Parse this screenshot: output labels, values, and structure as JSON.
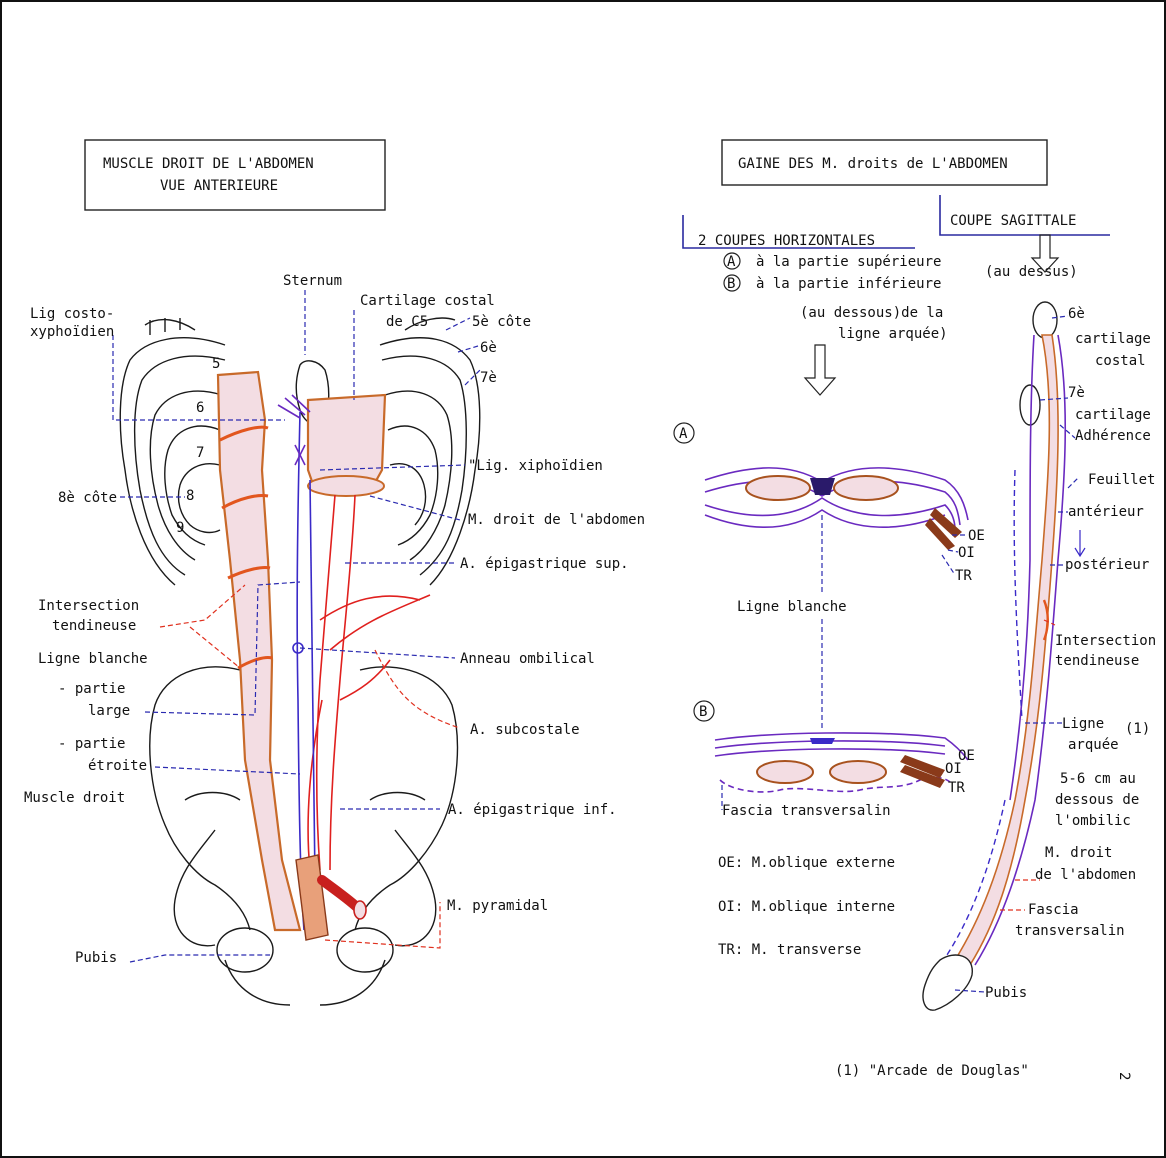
{
  "left_panel": {
    "title_line1": "MUSCLE DROIT DE L'ABDOMEN",
    "title_line2": "VUE ANTERIEURE",
    "labels": {
      "sternum": "Sternum",
      "cartilage_line1": "Cartilage costal",
      "cartilage_line2": "de C5",
      "rib5": "5è côte",
      "rib6": "6è",
      "rib7": "7è",
      "lig_costo_line1": "Lig  costo-",
      "lig_costo_line2": "xyphoïdien",
      "lig_xiph": "\"Lig. xiphoïdien",
      "rib8": "8è côte",
      "m_droit": "M. droit de l'abdomen",
      "a_epi_sup": "A. épigastrique sup.",
      "intersection_line1": "Intersection",
      "intersection_line2": "tendineuse",
      "ligne_blanche": "Ligne blanche",
      "partie1": "- partie",
      "large": "large",
      "partie2": "- partie",
      "etroite": "étroite",
      "muscle_droit": "Muscle droit",
      "anneau": "Anneau ombilical",
      "a_subcostale": "A. subcostale",
      "a_epi_inf": "A. épigastrique inf.",
      "m_pyramidal": "M. pyramidal",
      "pubis": "Pubis",
      "rib_num_5": "5",
      "rib_num_6": "6",
      "rib_num_7": "7",
      "rib_num_8": "8",
      "rib_num_9": "9"
    }
  },
  "right_panel": {
    "title": "GAINE DES M. droits de L'ABDOMEN",
    "coupes_horiz": "2 COUPES HORIZONTALES",
    "a_marker": "A",
    "b_marker": "B",
    "a_text": "à la partie supérieure",
    "au_dessus": "(au dessus)",
    "b_text": "à la partie inférieure",
    "au_dessous_line1": "(au dessous)de la",
    "au_dessous_line2": "ligne arquée)",
    "coupe_sagittale": "COUPE SAGITTALE",
    "section_a": "A",
    "section_b": "B",
    "oe": "OE",
    "oi": "OI",
    "tr": "TR",
    "oe_b": "OE",
    "oi_b": "OI",
    "tr_b": "TR",
    "ligne_blanche": "Ligne blanche",
    "fascia": "Fascia transversalin",
    "legend_oe": "OE: M.oblique externe",
    "legend_oi": "OI: M.oblique interne",
    "legend_tr": "TR: M. transverse",
    "sag": {
      "c6_line1": "6è",
      "c6_line2": "cartilage",
      "c6_line3": "costal",
      "c7_line1": "7è",
      "c7_line2": "cartilage",
      "adherence": "Adhérence",
      "feuillet": "Feuillet",
      "anterieur": "antérieur",
      "posterieur": "postérieur",
      "intersection": "Intersection",
      "tendineuse": "tendineuse",
      "ligne": "Ligne",
      "ligne_note": "(1)",
      "arquee": "arquée",
      "cm_line1": "5-6 cm au",
      "cm_line2": "dessous de",
      "cm_line3": "l'ombilic",
      "m_droit_line1": "M. droit",
      "m_droit_line2": "de l'abdomen",
      "fascia_line1": "Fascia",
      "fascia_line2": "transversalin",
      "pubis": "Pubis"
    },
    "footnote": "(1) \"Arcade de Douglas\"",
    "page_number": "2"
  }
}
